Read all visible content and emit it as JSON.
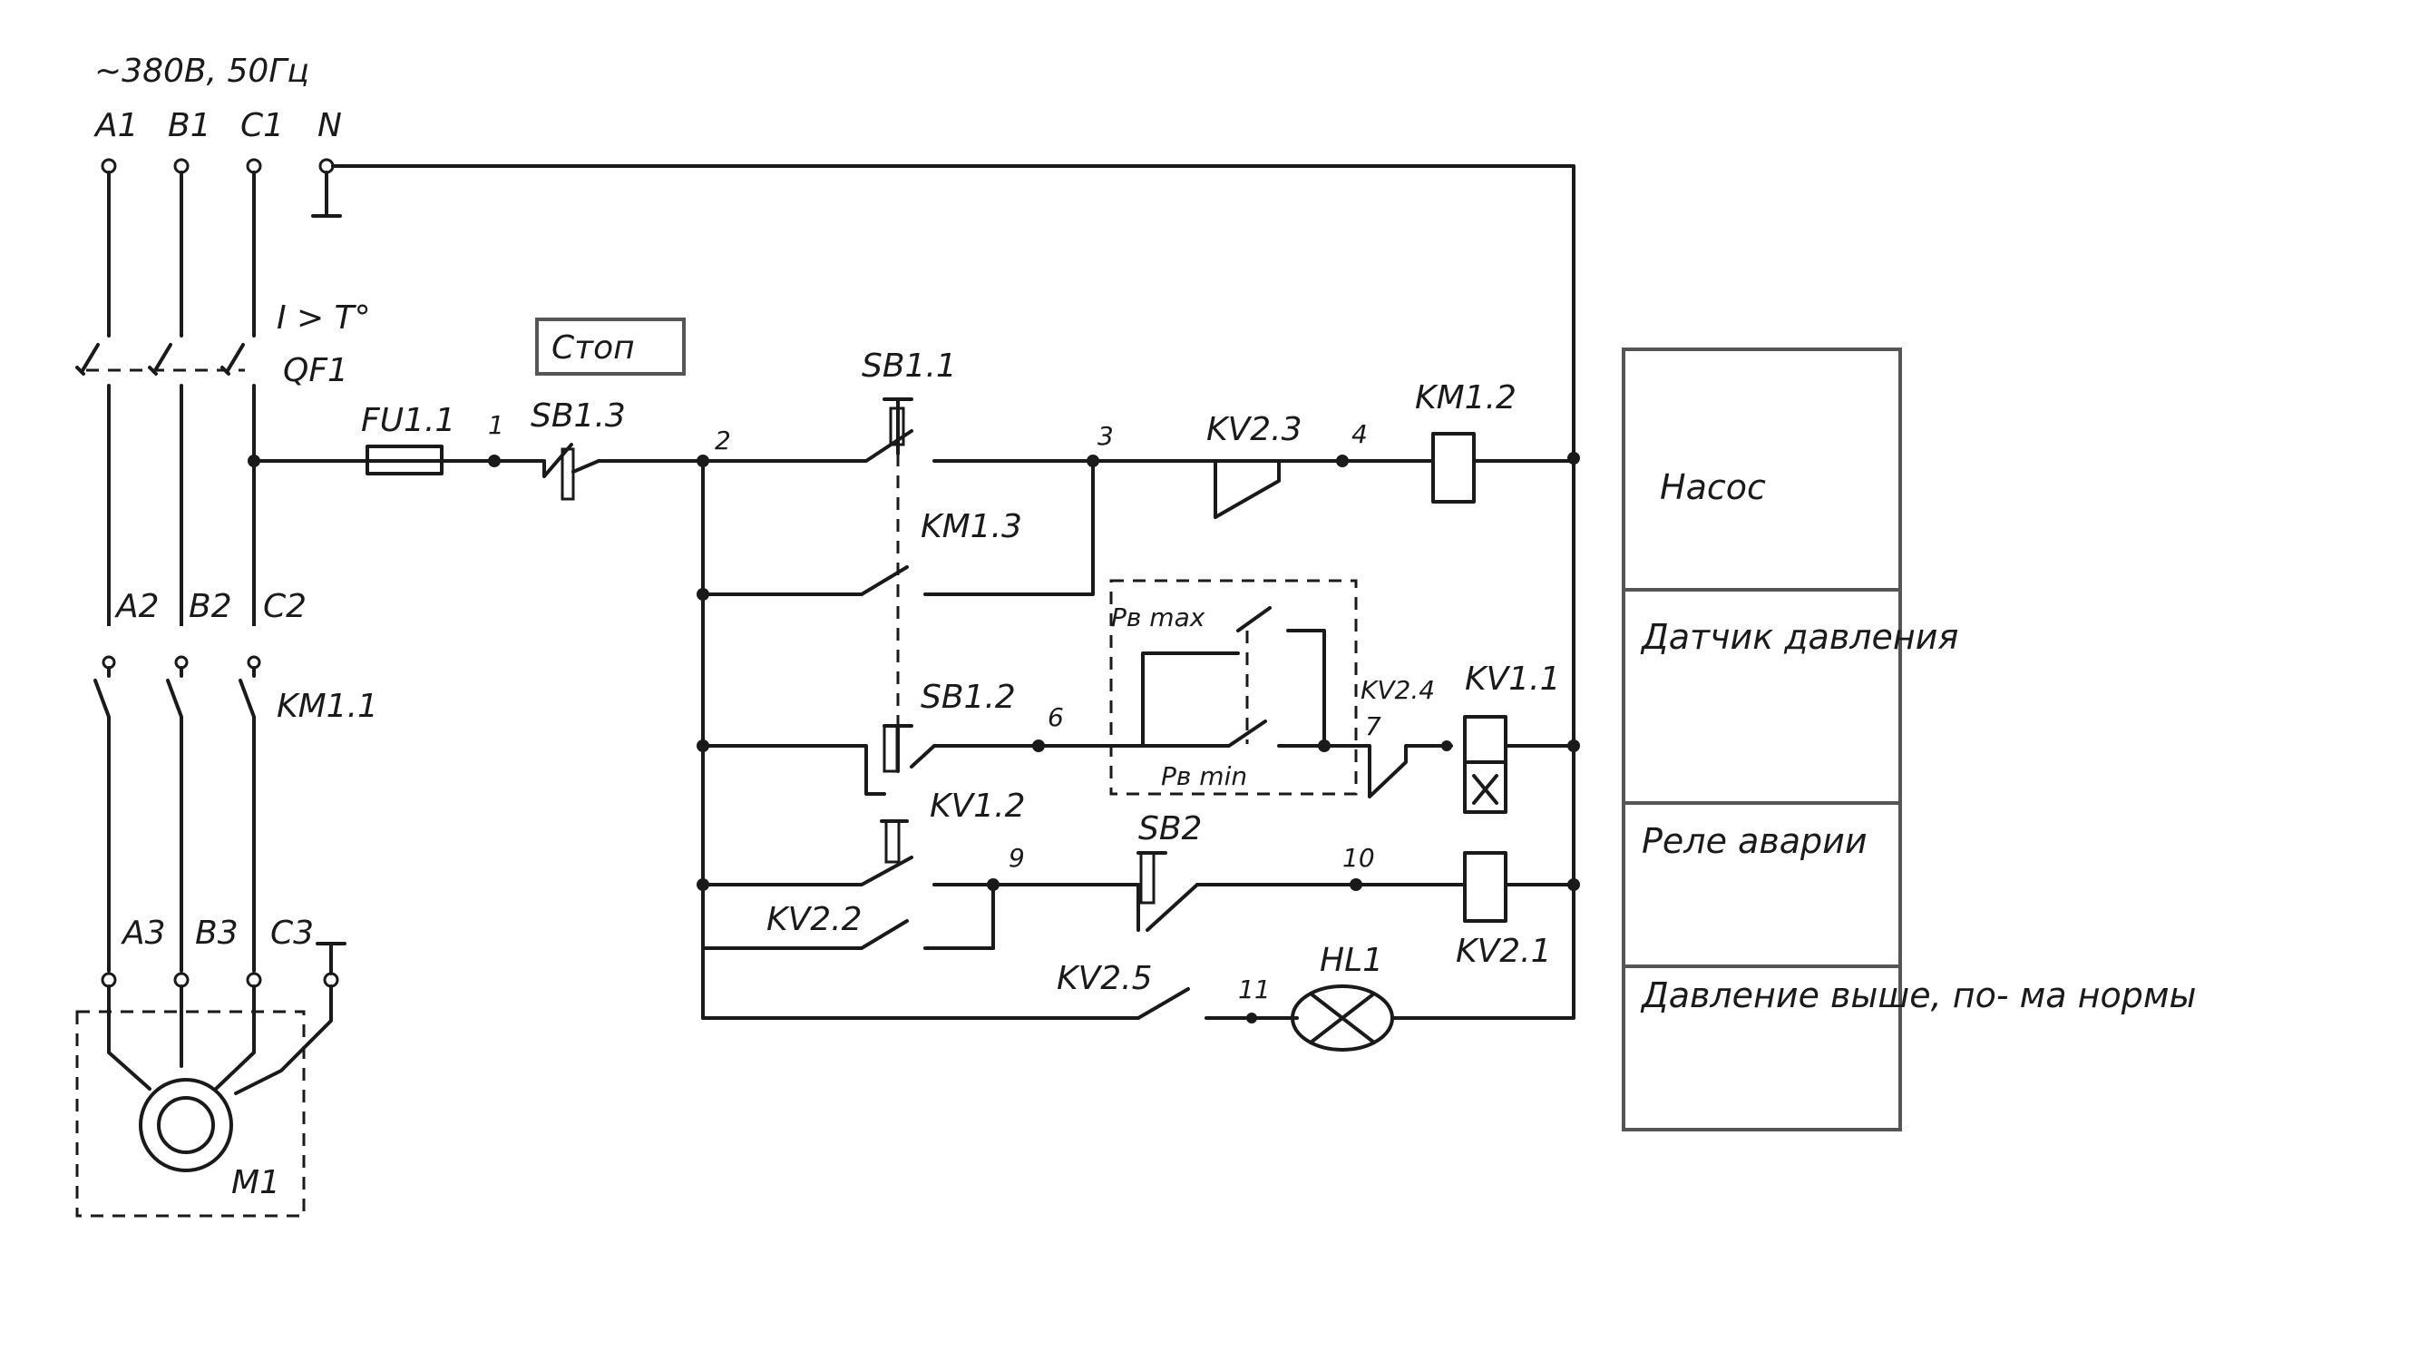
{
  "supply": {
    "voltage": "~380В, 50Гц",
    "phases_in": [
      "A1",
      "B1",
      "C1",
      "N"
    ],
    "phases_mid": [
      "A2",
      "B2",
      "C2"
    ],
    "phases_out": [
      "A3",
      "B3",
      "C3"
    ]
  },
  "breaker": {
    "label": "QF1",
    "mark": "I > T°"
  },
  "contactor_main": {
    "label": "KM1.1"
  },
  "motor": {
    "label": "M1"
  },
  "fuse": {
    "label": "FU1.1"
  },
  "stop_box": {
    "label": "Стоп"
  },
  "buttons": {
    "sb1_1": "SB1.1",
    "sb1_2": "SB1.2",
    "sb1_3": "SB1.3",
    "sb2": "SB2"
  },
  "contacts": {
    "km1_2": "KM1.2",
    "km1_3": "KM1.3",
    "kv2_3": "KV2.3",
    "kv2_4": "KV2.4",
    "kv1_1": "KV1.1",
    "kv1_2": "KV1.2",
    "kv2_2": "KV2.2",
    "kv2_1": "KV2.1",
    "kv2_5": "KV2.5",
    "hl1": "HL1",
    "pmax": "Pв max",
    "pmin": "Pв min"
  },
  "nodes": [
    "1",
    "2",
    "3",
    "4",
    "6",
    "7",
    "9",
    "10",
    "11"
  ],
  "legend": {
    "rows": [
      "Насос",
      "Датчик давления",
      "Реле аварии",
      "Давление выше, по- ма нормы"
    ]
  }
}
